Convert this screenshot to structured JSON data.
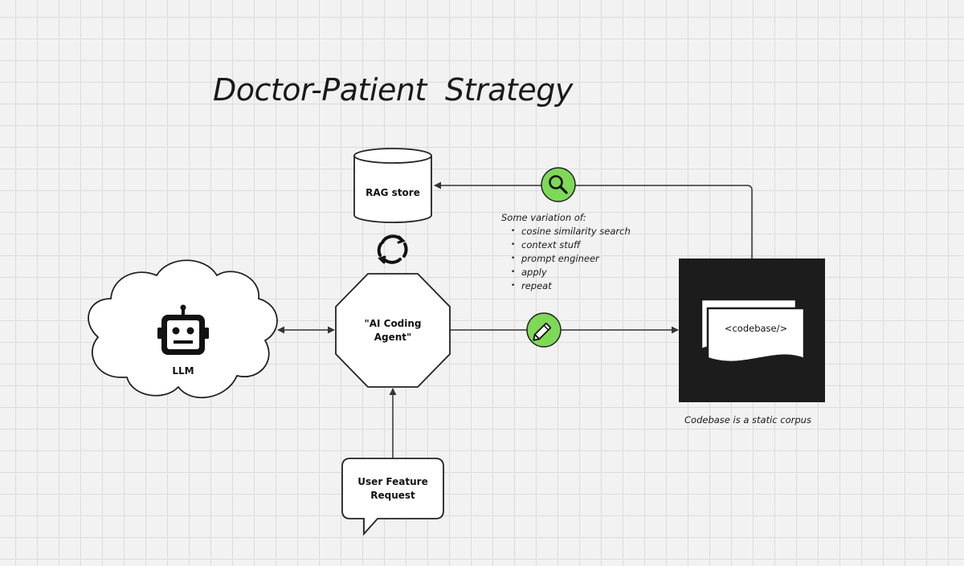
{
  "diagram": {
    "title": "Doctor-Patient  Strategy",
    "nodes": {
      "rag_store": {
        "label": "RAG store"
      },
      "llm": {
        "label": "LLM"
      },
      "agent": {
        "label_line1": "\"AI Coding",
        "label_line2": "Agent\""
      },
      "user_request": {
        "label_line1": "User Feature",
        "label_line2": "Request"
      },
      "codebase": {
        "tag": "<codebase/>",
        "note": "Codebase is a static corpus"
      }
    },
    "variation_note": {
      "heading": "Some variation of:",
      "items": [
        "cosine similarity search",
        "context stuff",
        "prompt engineer",
        "apply",
        "repeat"
      ]
    },
    "edges": [
      {
        "from": "llm",
        "to": "agent",
        "direction": "both"
      },
      {
        "from": "agent",
        "to": "codebase",
        "badge": "pencil-icon"
      },
      {
        "from": "codebase",
        "to": "rag_store",
        "badge": "magnifier-icon"
      },
      {
        "from": "user_request",
        "to": "agent"
      }
    ],
    "icons": [
      "robot-icon",
      "refresh-cycle-icon",
      "magnifier-icon",
      "pencil-icon"
    ],
    "colors": {
      "accent_green": "#7ed957",
      "codebase_fill": "#1c1c1c",
      "line": "#333333",
      "shape_fill": "#ffffff"
    }
  }
}
